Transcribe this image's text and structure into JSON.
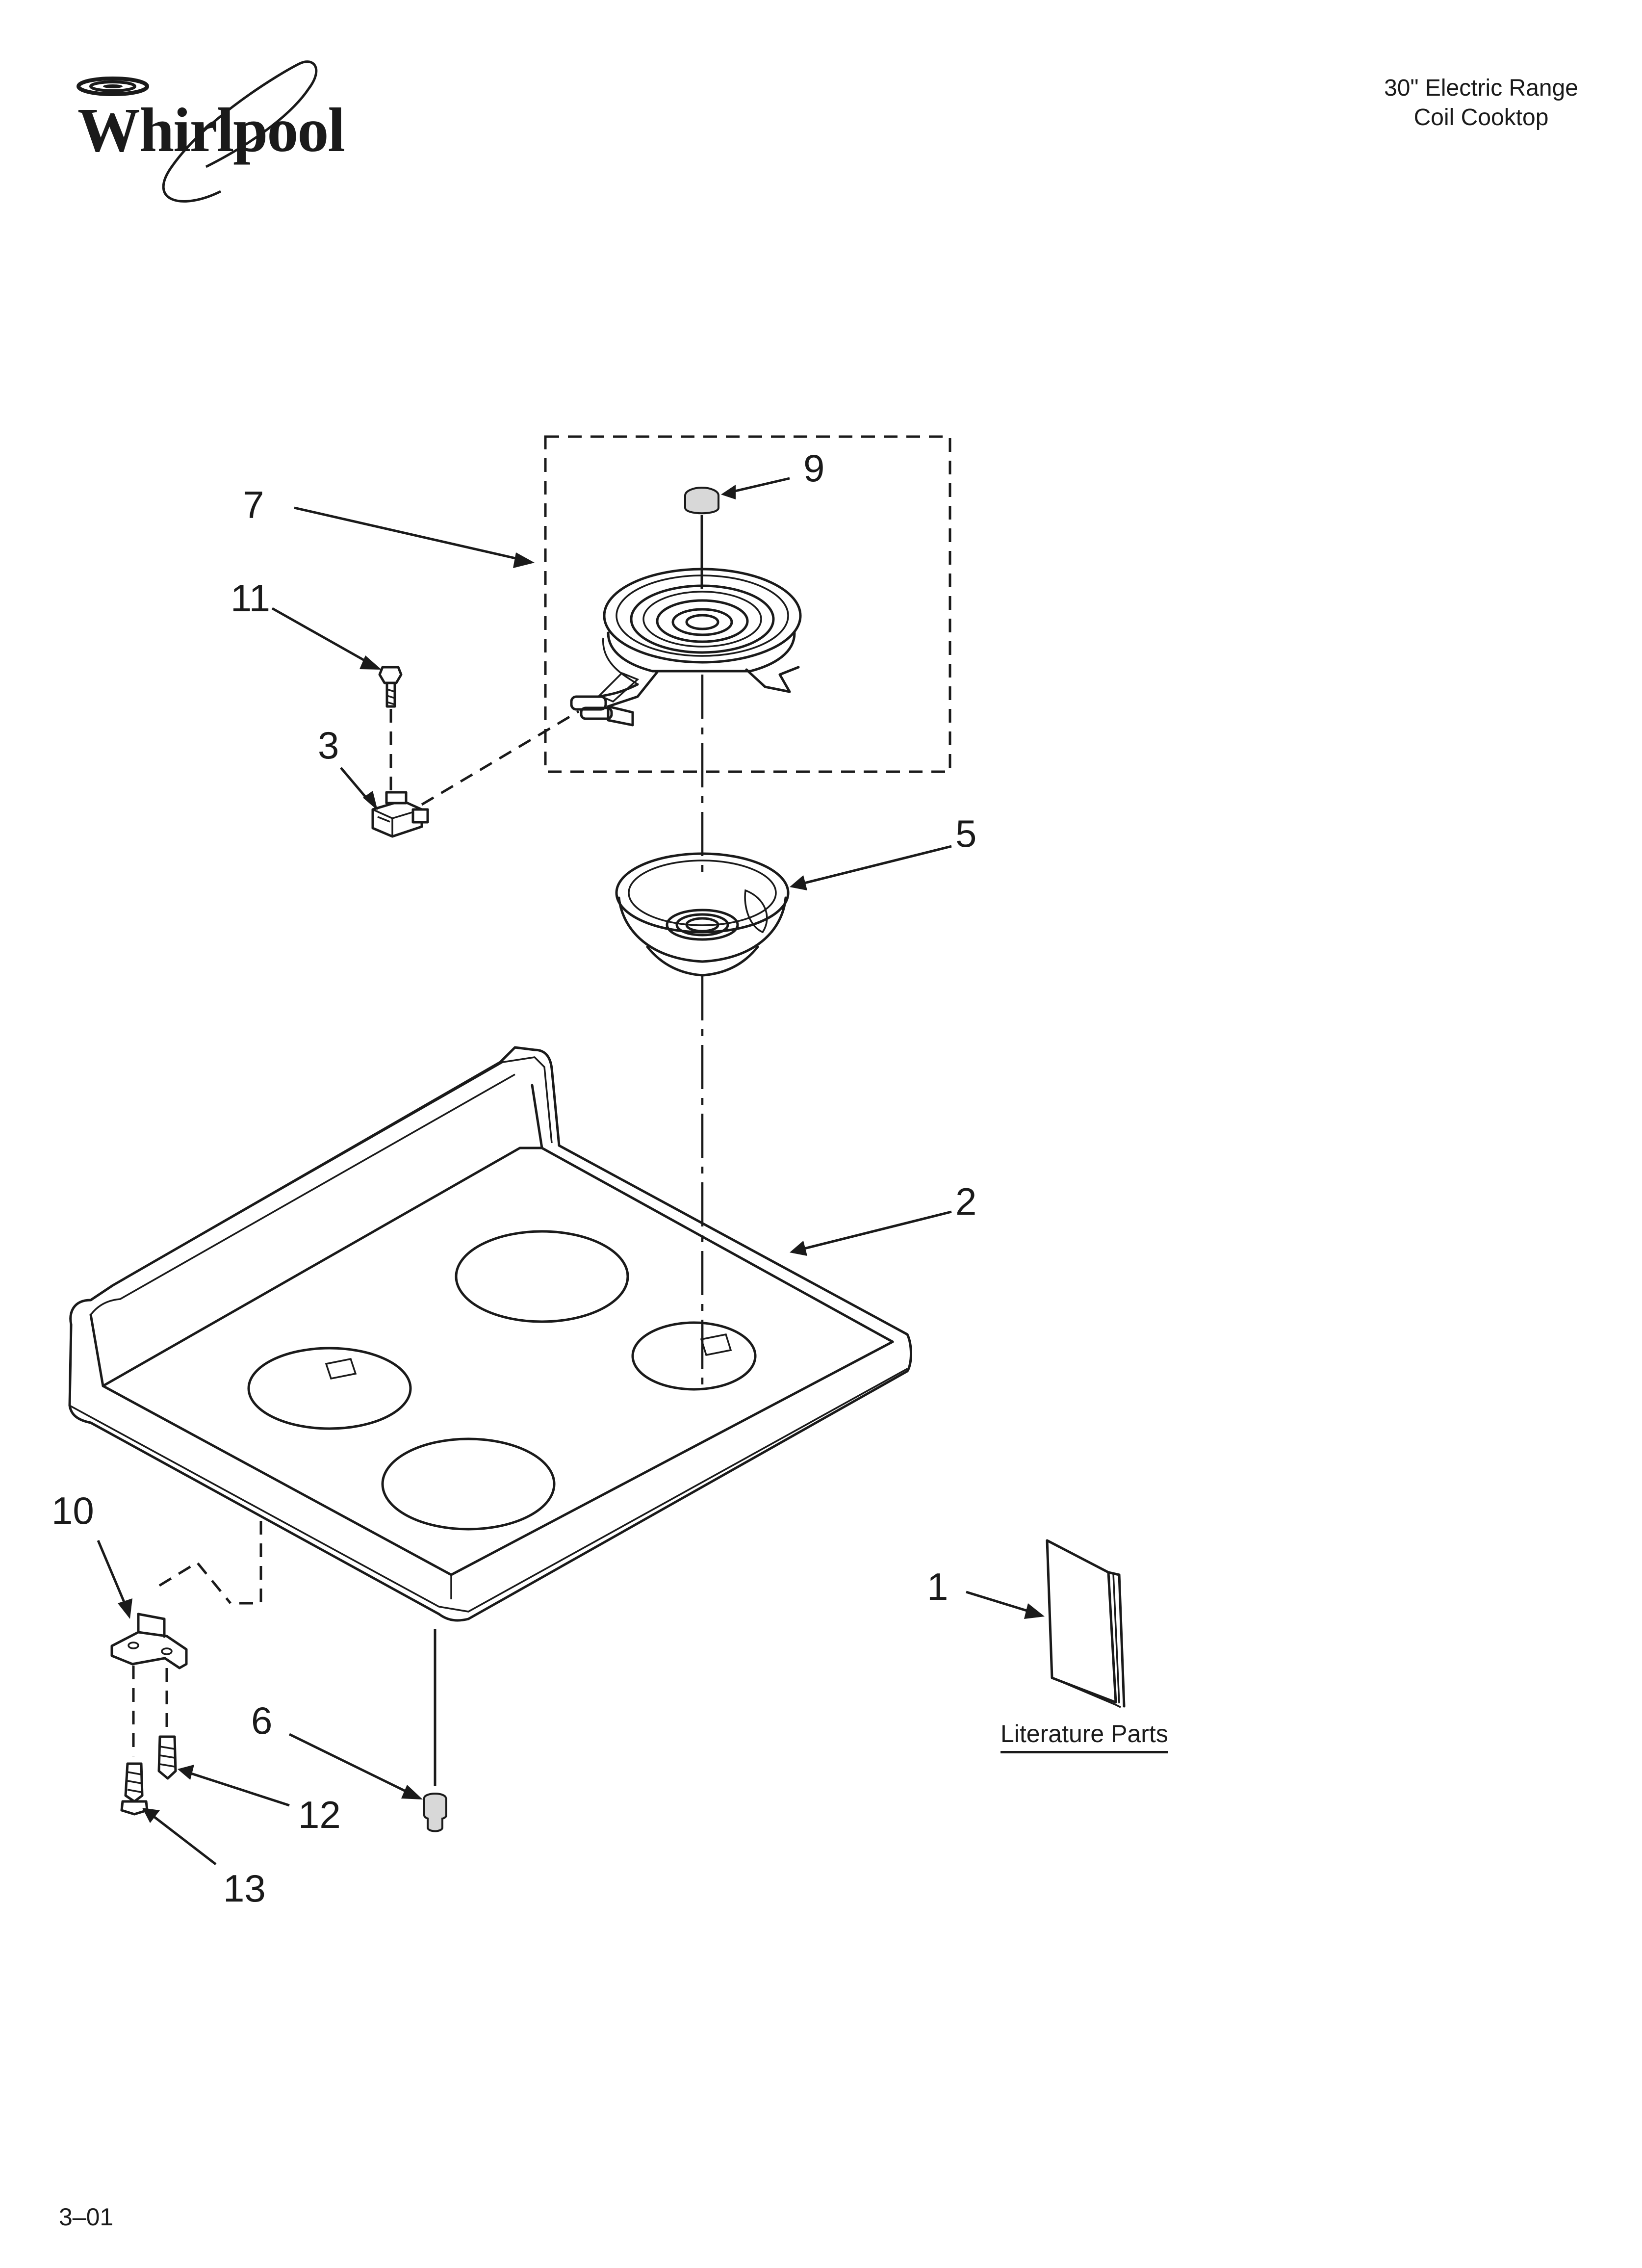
{
  "header": {
    "brand": "Whirlpool",
    "title_line1": "30\" Electric Range",
    "title_line2": "Coil Cooktop"
  },
  "callouts": {
    "c1": "1",
    "c2": "2",
    "c3": "3",
    "c5": "5",
    "c6": "6",
    "c7": "7",
    "c9": "9",
    "c10": "10",
    "c11": "11",
    "c12": "12",
    "c13": "13"
  },
  "literature": {
    "caption": "Literature Parts"
  },
  "footer": {
    "page_code": "3–01"
  }
}
